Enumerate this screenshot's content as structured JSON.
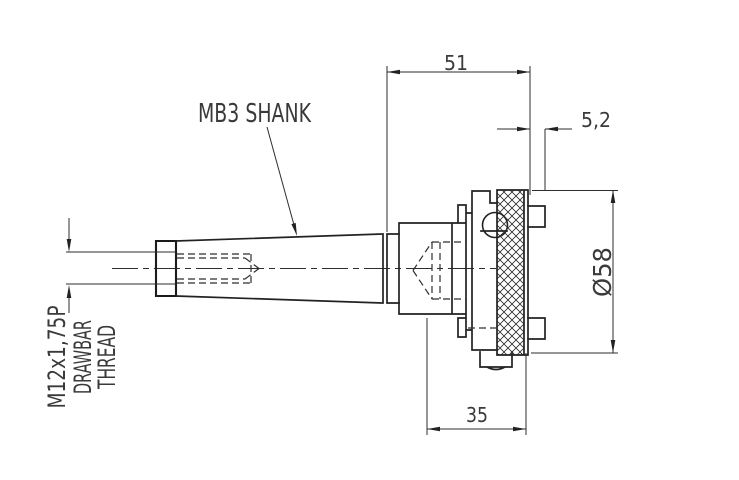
{
  "drawing": {
    "callouts": {
      "shank": "MB3 SHANK",
      "drawbar_line1": "M12x1,75P",
      "drawbar_line2": "DRAWBAR",
      "drawbar_line3": "THREAD"
    },
    "dimensions": {
      "overall_length_mm": "51",
      "nose_protrusion_mm": "5,2",
      "body_diameter": "Ø58",
      "body_length_mm": "35"
    },
    "line_color": "#222222",
    "background_color": "#ffffff"
  }
}
